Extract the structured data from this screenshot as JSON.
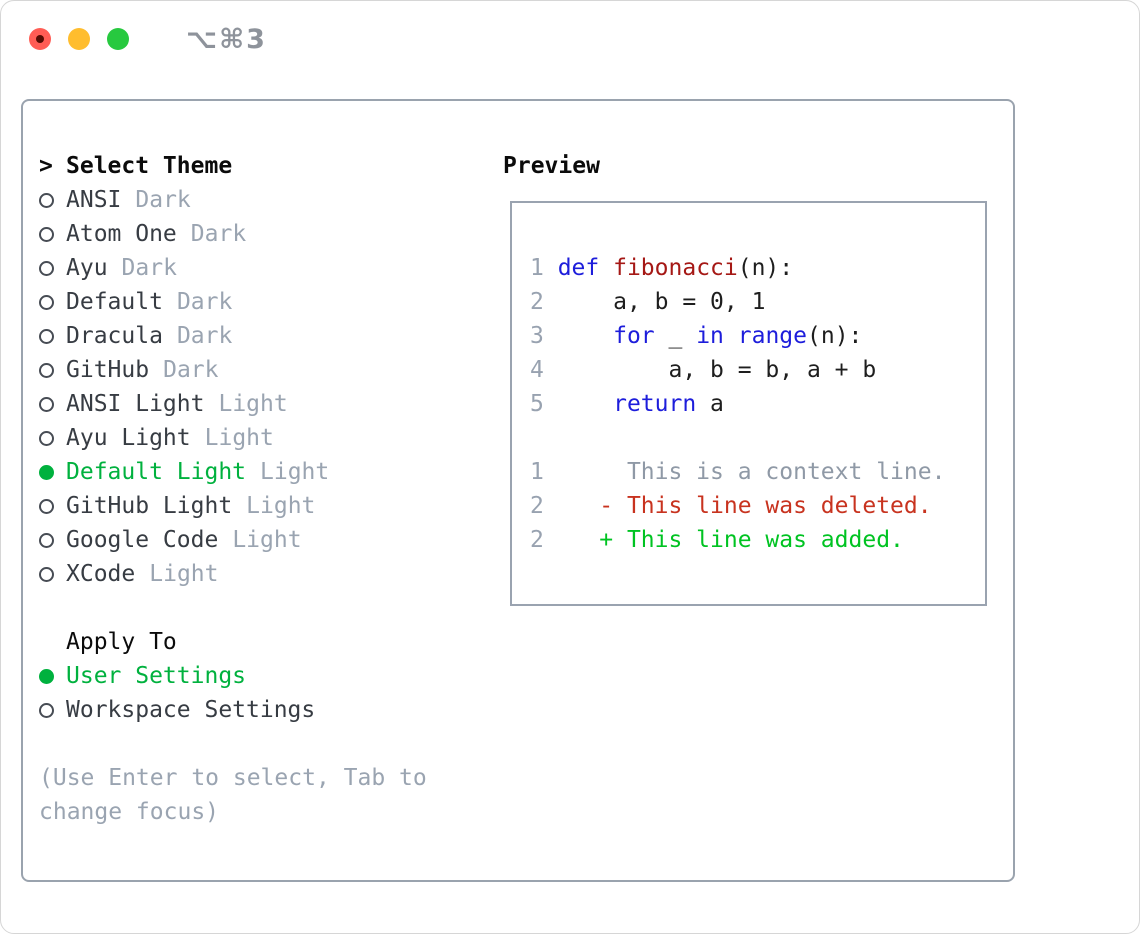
{
  "window": {
    "title": "⌥⌘3"
  },
  "left_panel": {
    "header": {
      "marker": ">",
      "label": "Select Theme"
    },
    "themes": [
      {
        "name": "ANSI",
        "variant": "Dark",
        "selected": false
      },
      {
        "name": "Atom One",
        "variant": "Dark",
        "selected": false
      },
      {
        "name": "Ayu",
        "variant": "Dark",
        "selected": false
      },
      {
        "name": "Default",
        "variant": "Dark",
        "selected": false
      },
      {
        "name": "Dracula",
        "variant": "Dark",
        "selected": false
      },
      {
        "name": "GitHub",
        "variant": "Dark",
        "selected": false
      },
      {
        "name": "ANSI Light",
        "variant": "Light",
        "selected": false
      },
      {
        "name": "Ayu Light",
        "variant": "Light",
        "selected": false
      },
      {
        "name": "Default Light",
        "variant": "Light",
        "selected": true
      },
      {
        "name": "GitHub Light",
        "variant": "Light",
        "selected": false
      },
      {
        "name": "Google Code",
        "variant": "Light",
        "selected": false
      },
      {
        "name": "XCode",
        "variant": "Light",
        "selected": false
      }
    ],
    "apply_to": {
      "label": "Apply To",
      "options": [
        {
          "name": "User Settings",
          "selected": true
        },
        {
          "name": "Workspace Settings",
          "selected": false
        }
      ]
    },
    "hint_lines": [
      "(Use Enter to select, Tab to",
      "change focus)"
    ]
  },
  "preview": {
    "label": "Preview",
    "code_lines": [
      [
        [
          "1 ",
          "ln"
        ],
        [
          "def",
          "kw"
        ],
        [
          " ",
          "pl"
        ],
        [
          "fibonacci",
          "fn"
        ],
        [
          "(n):",
          "pl"
        ]
      ],
      [
        [
          "2 ",
          "ln"
        ],
        [
          "    a, b = 0, 1",
          "pl"
        ]
      ],
      [
        [
          "3 ",
          "ln"
        ],
        [
          "    ",
          "pl"
        ],
        [
          "for",
          "kw"
        ],
        [
          " _ ",
          "pl"
        ],
        [
          "in",
          "kw"
        ],
        [
          " ",
          "pl"
        ],
        [
          "range",
          "kw"
        ],
        [
          "(n):",
          "pl"
        ]
      ],
      [
        [
          "4 ",
          "ln"
        ],
        [
          "        a, b = b, a + b",
          "pl"
        ]
      ],
      [
        [
          "5 ",
          "ln"
        ],
        [
          "    ",
          "pl"
        ],
        [
          "return",
          "kw"
        ],
        [
          " a",
          "pl"
        ]
      ],
      [],
      [
        [
          "1",
          "ln"
        ],
        [
          "      This is a context line.",
          "ctx"
        ]
      ],
      [
        [
          "2",
          "ln"
        ],
        [
          "    ",
          "pl"
        ],
        [
          "- This line was deleted.",
          "del"
        ]
      ],
      [
        [
          "2",
          "ln"
        ],
        [
          "    ",
          "pl"
        ],
        [
          "+ This line was added.",
          "add"
        ]
      ]
    ]
  },
  "colors": {
    "ui_green": "#00b13e",
    "name_text": "#373c43",
    "muted": "#9aa4b1",
    "header_text": "#0b0b0b",
    "ring": "#474c54",
    "panel_border": "#9aa3ae",
    "box_border": "#9aa3b0",
    "keyword": "#1d1ddb",
    "function": "#a51815",
    "code_plain": "#1e1e1e",
    "lineno": "#98a2b0",
    "context": "#8f99a6",
    "deleted": "#c8331f",
    "added": "#00c322",
    "title_gray": "#8e939b",
    "light_red": "#ff5d55",
    "light_red_dot": "#550d04",
    "light_yellow": "#ffbd2e",
    "light_green": "#27c93f"
  }
}
